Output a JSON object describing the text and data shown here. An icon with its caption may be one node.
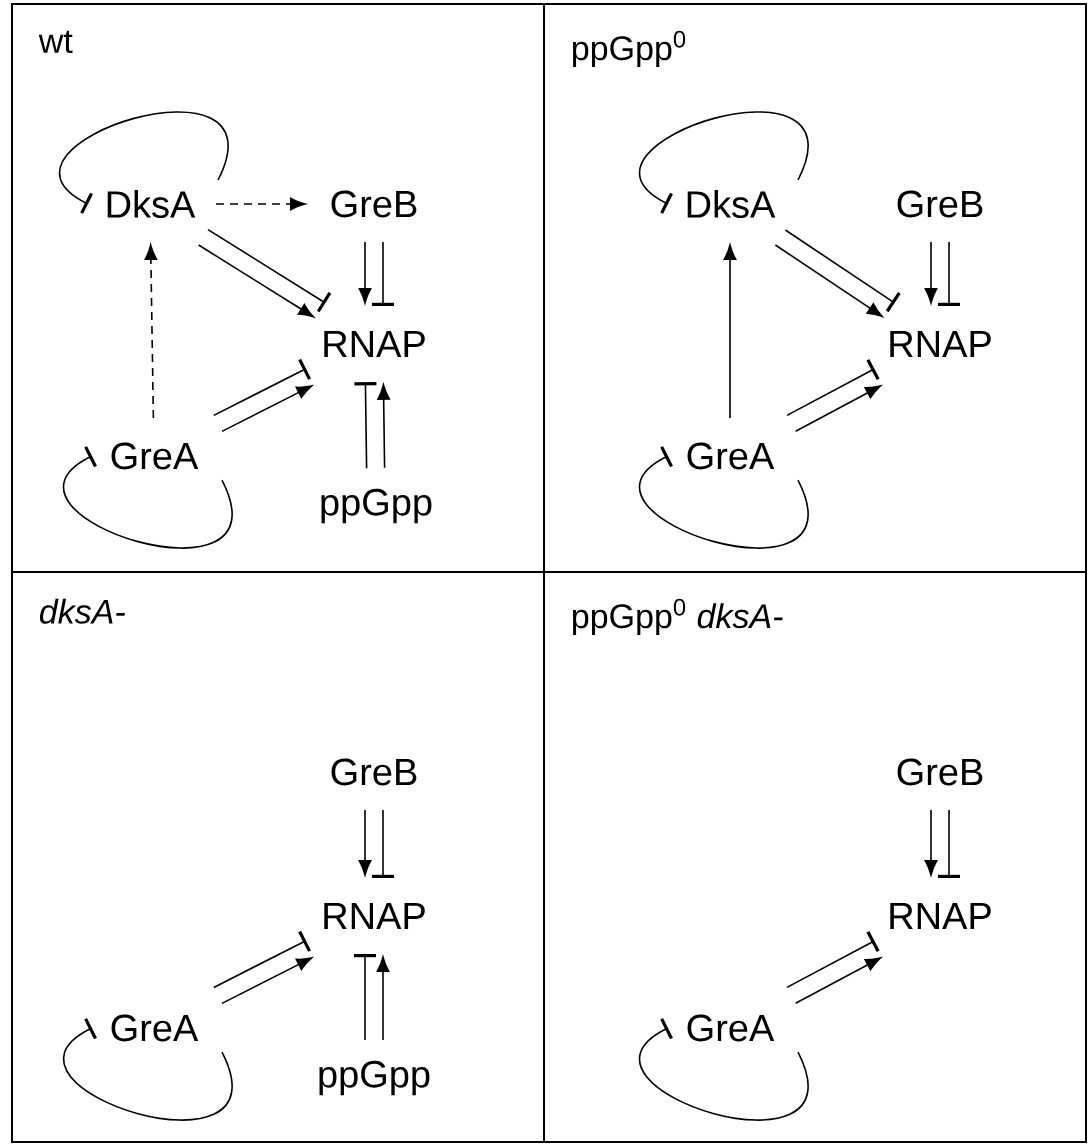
{
  "diagram": {
    "nodes": [
      {
        "text": [
          "wt"
        ]
      },
      {
        "text": [
          "DksA"
        ],
        "in": 0
      },
      {
        "text": [
          "GreB"
        ],
        "in": 0
      },
      {
        "text": [
          "RNAP"
        ],
        "in": 0
      },
      {
        "text": [
          "GreA"
        ],
        "in": 0
      },
      {
        "text": [
          "ppGpp"
        ],
        "in": 0
      },
      {
        "text": [
          "ppGpp$^{0}$"
        ]
      },
      {
        "text": [
          "DksA"
        ],
        "in": 6
      },
      {
        "text": [
          "GreB"
        ],
        "in": 6
      },
      {
        "text": [
          "RNAP"
        ],
        "in": 6
      },
      {
        "text": [
          "GreA"
        ],
        "in": 6
      },
      {
        "text": [
          "dksA-"
        ]
      },
      {
        "text": [
          "GreB"
        ],
        "in": 11
      },
      {
        "text": [
          "RNAP"
        ],
        "in": 11
      },
      {
        "text": [
          "GreA"
        ],
        "in": 11
      },
      {
        "text": [
          "ppGpp"
        ],
        "in": 11
      },
      {
        "text": [
          "ppGpp$^{0}$ *dksA-*"
        ]
      },
      {
        "text": [
          "GreB"
        ],
        "in": 16
      },
      {
        "text": [
          "RNAP"
        ],
        "in": 16
      },
      {
        "text": [
          "GreA"
        ],
        "in": 16
      }
    ],
    "edges": [
      {
        "from": 1,
        "to": 1,
        "arrow": "other"
      },
      {
        "from": 1,
        "to": 2,
        "arrow": "to",
        "style": "dashed"
      },
      {
        "from": 4,
        "to": 1,
        "arrow": "to",
        "style": "dashed"
      },
      {
        "from": 1,
        "to": 3,
        "arrow": "to"
      },
      {
        "from": 1,
        "to": 3,
        "arrow": "other"
      },
      {
        "from": 2,
        "to": 3,
        "arrow": "to"
      },
      {
        "from": 2,
        "to": 3,
        "arrow": "other"
      },
      {
        "from": 4,
        "to": 3,
        "arrow": "other"
      },
      {
        "from": 4,
        "to": 3,
        "arrow": "to"
      },
      {
        "from": 4,
        "to": 4,
        "arrow": "other"
      },
      {
        "from": 5,
        "to": 3,
        "arrow": "other"
      },
      {
        "from": 5,
        "to": 3,
        "arrow": "to"
      },
      {
        "from": 7,
        "to": 7,
        "arrow": "other"
      },
      {
        "from": 10,
        "to": 7,
        "arrow": "to"
      },
      {
        "from": 7,
        "to": 9,
        "arrow": "to"
      },
      {
        "from": 7,
        "to": 9,
        "arrow": "other"
      },
      {
        "from": 8,
        "to": 9,
        "arrow": "to"
      },
      {
        "from": 8,
        "to": 9,
        "arrow": "other"
      },
      {
        "from": 10,
        "to": 9,
        "arrow": "other"
      },
      {
        "from": 10,
        "to": 9,
        "arrow": "to"
      },
      {
        "from": 10,
        "to": 10,
        "arrow": "other"
      },
      {
        "from": 12,
        "to": 13,
        "arrow": "to"
      },
      {
        "from": 12,
        "to": 13,
        "arrow": "other"
      },
      {
        "from": 14,
        "to": 13,
        "arrow": "other"
      },
      {
        "from": 14,
        "to": 13,
        "arrow": "to"
      },
      {
        "from": 14,
        "to": 14,
        "arrow": "other"
      },
      {
        "from": 15,
        "to": 13,
        "arrow": "other"
      },
      {
        "from": 15,
        "to": 13,
        "arrow": "to"
      },
      {
        "from": 17,
        "to": 18,
        "arrow": "to"
      },
      {
        "from": 17,
        "to": 18,
        "arrow": "other"
      },
      {
        "from": 19,
        "to": 18,
        "arrow": "other"
      },
      {
        "from": 19,
        "to": 18,
        "arrow": "to"
      },
      {
        "from": 19,
        "to": 19,
        "arrow": "other"
      }
    ]
  }
}
